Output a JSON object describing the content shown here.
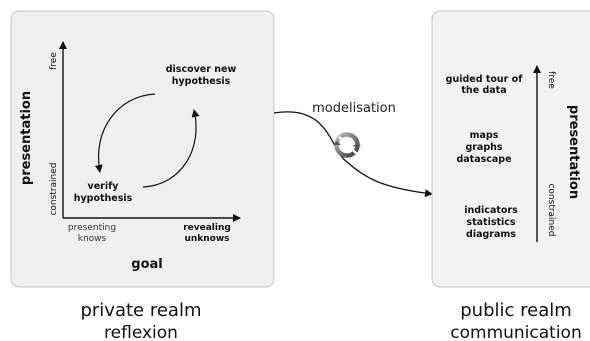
{
  "private_panel": {
    "y_axis_title": "presentation",
    "y_top_tick": "free",
    "y_bottom_tick": "constrained",
    "x_axis_title": "goal",
    "x_left_label_line1": "presenting",
    "x_left_label_line2": "knows",
    "x_right_label_line1": "revealing",
    "x_right_label_line2": "unknows",
    "cycle_top_line1": "discover new",
    "cycle_top_line2": "hypothesis",
    "cycle_bottom_line1": "verify",
    "cycle_bottom_line2": "hypothesis",
    "caption_line1": "private realm",
    "caption_line2": "reflexion"
  },
  "link": {
    "label": "modelisation"
  },
  "public_panel": {
    "axis_title": "presentation",
    "top_tick": "free",
    "bottom_tick": "constrained",
    "item1_line1": "guided tour of",
    "item1_line2": "the data",
    "item2_line1": "maps",
    "item2_line2": "graphs",
    "item2_line3": "datascape",
    "item3_line1": "indicators",
    "item3_line2": "statistics",
    "item3_line3": "diagrams",
    "caption_line1": "public realm",
    "caption_line2": "communication"
  },
  "colors": {
    "panel_fill": "#efefef",
    "panel_stroke": "#c4c4c4",
    "ink": "#111111",
    "muted_ink": "#333333"
  }
}
